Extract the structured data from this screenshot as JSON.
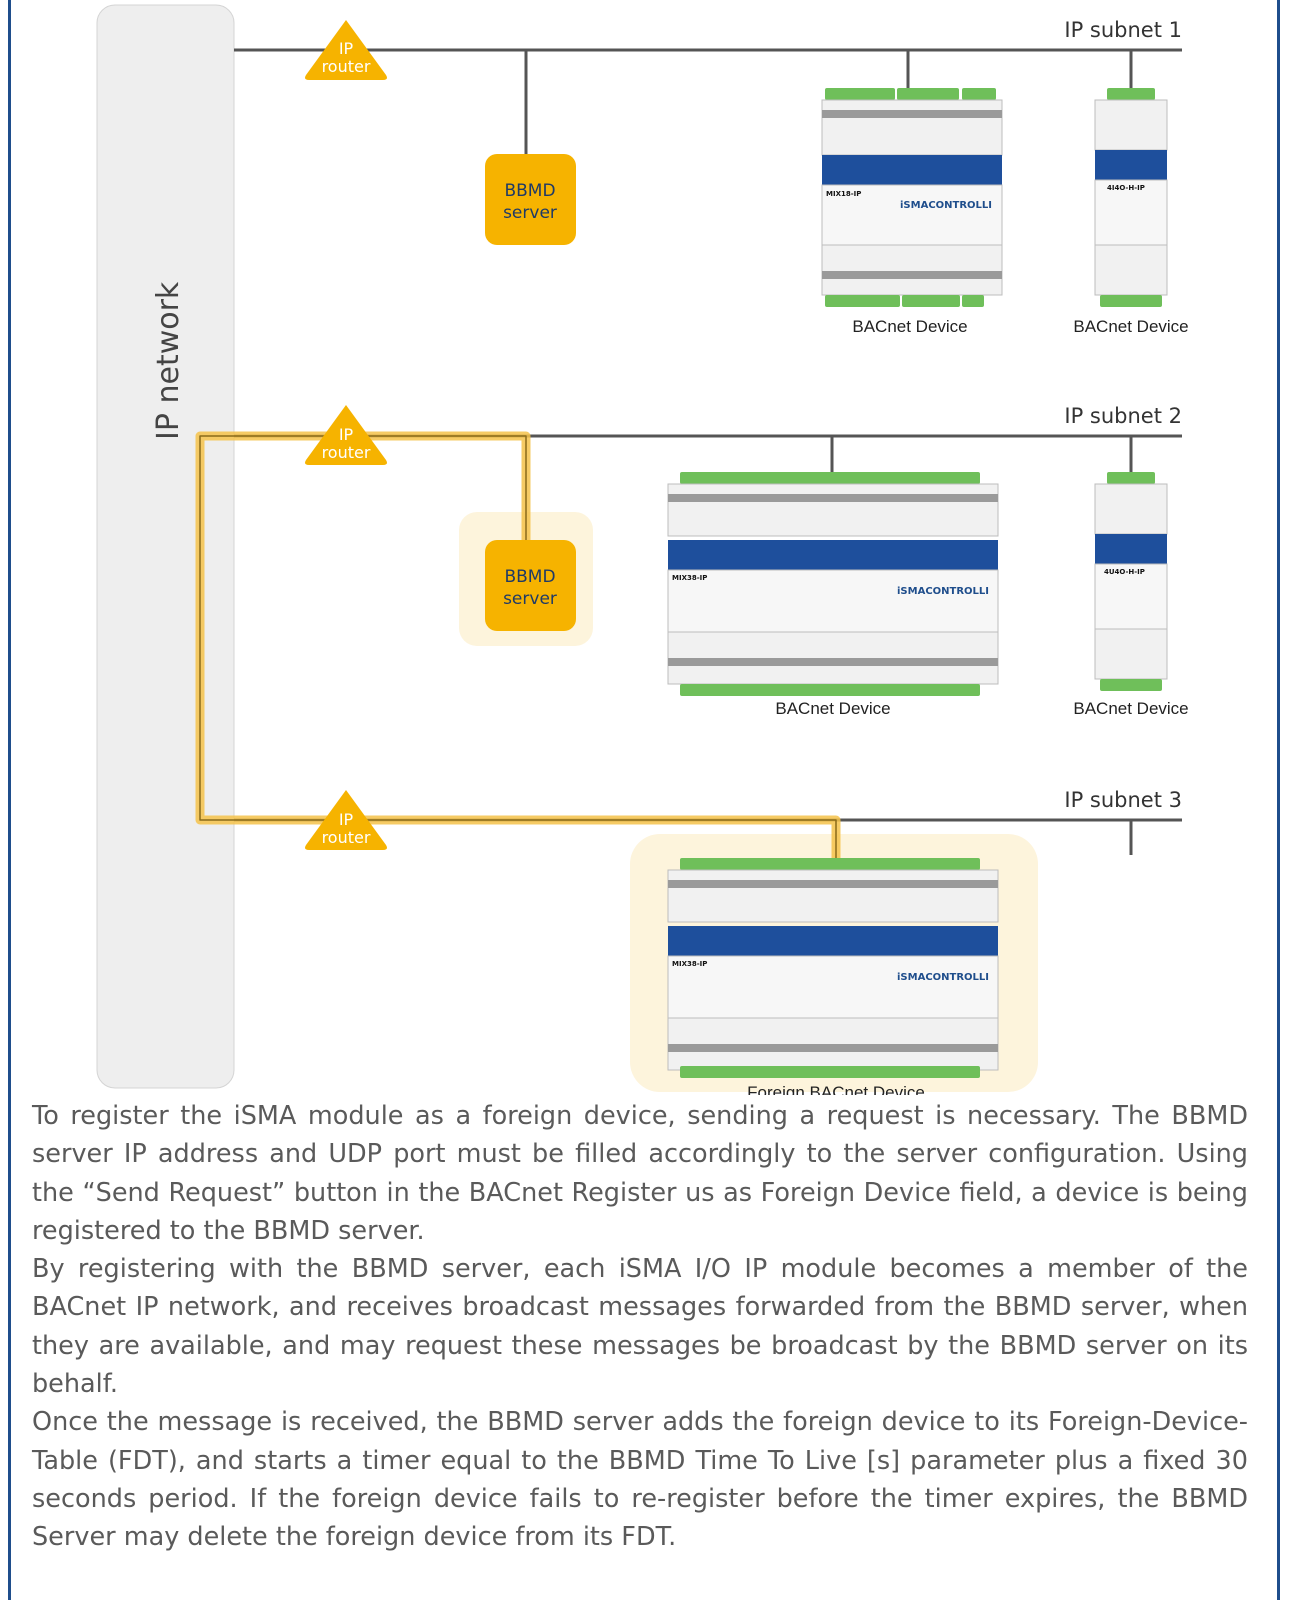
{
  "diagram": {
    "network_label": "IP network",
    "subnets": [
      {
        "label": "IP subnet 1"
      },
      {
        "label": "IP subnet 2"
      },
      {
        "label": "IP subnet 3"
      }
    ],
    "routers": [
      {
        "line1": "IP",
        "line2": "router"
      },
      {
        "line1": "IP",
        "line2": "router"
      },
      {
        "line1": "IP",
        "line2": "router"
      }
    ],
    "bbmd_servers": [
      {
        "line1": "BBMD",
        "line2": "server"
      },
      {
        "line1": "BBMD",
        "line2": "server"
      }
    ],
    "devices": [
      {
        "label": "BACnet Device",
        "model": "MIX18-IP"
      },
      {
        "label": "BACnet Device",
        "model": "4I4O-H-IP"
      },
      {
        "label": "BACnet Device",
        "model": "MIX38-IP"
      },
      {
        "label": "BACnet Device",
        "model": "4U4O-H-IP"
      },
      {
        "label": "Foreign BACnet Device",
        "model": "MIX38-IP"
      }
    ],
    "brand": "iSMACONTROLLI",
    "colors": {
      "router": "#f6b300",
      "bbmd": "#f6b300",
      "highlight": "#fdf4dc",
      "path": "#f5c24a",
      "line": "#555555",
      "device_blue": "#1e4f9c",
      "terminal_green": "#6fbf5a"
    }
  },
  "text": {
    "p1": "To register the iSMA module as a foreign device, sending a request is necessary. The BBMD server IP address and UDP port must be filled accordingly to the server configuration. Using the “Send Request” button in the BACnet Register us as Foreign Device field, a device is being registered to the BBMD server.",
    "p2": "By registering with the BBMD server, each iSMA I/O IP module becomes a member of the BACnet IP network, and receives broadcast messages forwarded from the BBMD server, when they are available, and may request these messages be broadcast by the BBMD server on its behalf.",
    "p3": "Once the message is received, the BBMD server adds the foreign device to its Foreign-Device-Table (FDT), and starts a timer equal to the BBMD Time To Live [s] parameter plus a fixed 30 seconds period. If the foreign device fails to re-register before the timer expires, the BBMD Server may delete the foreign device from its FDT."
  }
}
